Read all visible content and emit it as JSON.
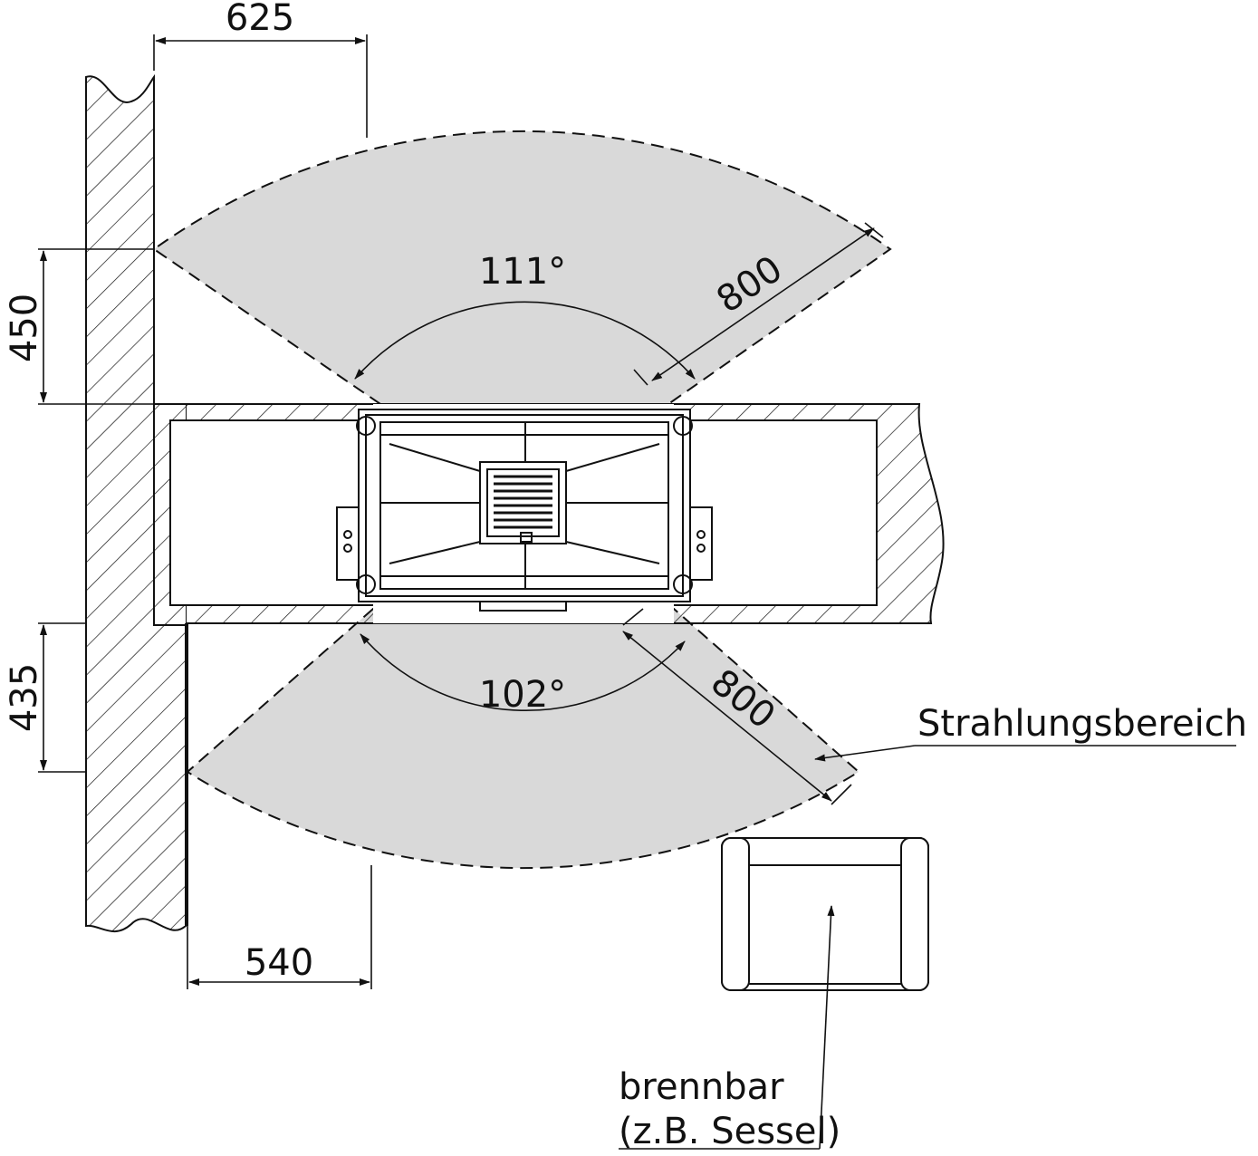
{
  "dimensions": {
    "top_width": "625",
    "top_height": "450",
    "bottom_height": "435",
    "bottom_width": "540",
    "top_angle": "111°",
    "bottom_angle": "102°",
    "top_distance": "800",
    "bottom_distance": "800"
  },
  "labels": {
    "radiation_zone": "Strahlungsbereich",
    "combustible_line1": "brennbar",
    "combustible_line2": "(z.B. Sessel)"
  },
  "colors": {
    "zone_fill": "#d9d9d9",
    "line": "#111111",
    "background": "#ffffff"
  }
}
